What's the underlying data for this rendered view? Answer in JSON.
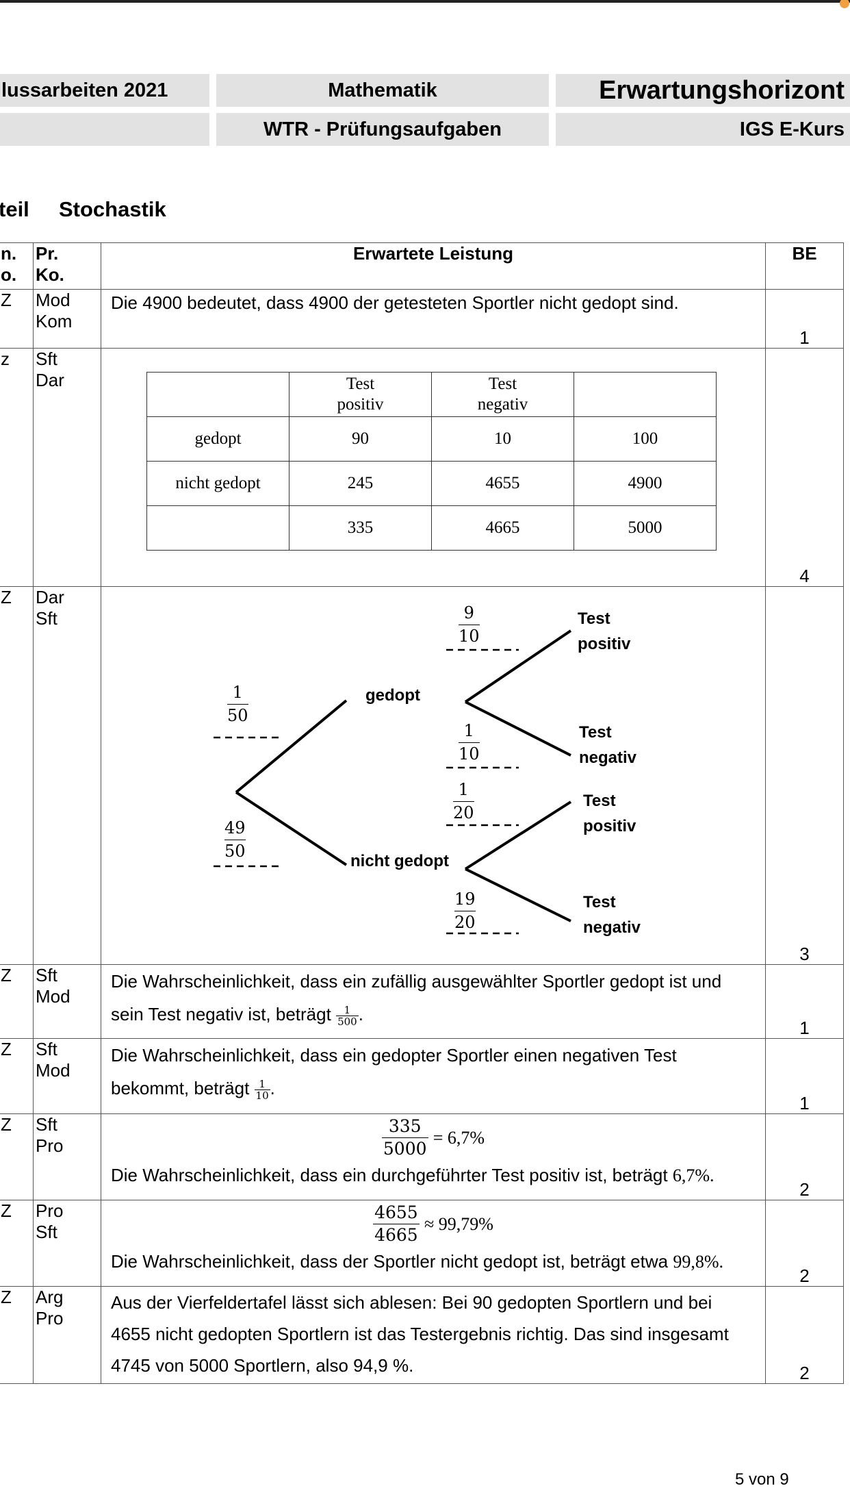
{
  "header": {
    "exam": "lussarbeiten 2021",
    "subject": "Mathematik",
    "doc_type": "Erwartungshorizont",
    "task_type": "WTR - Prüfungsaufgaben",
    "course": "IGS E-Kurs"
  },
  "section": {
    "prefix": "teil",
    "title": "Stochastik"
  },
  "table_header": {
    "col1": "n.\no.",
    "col2": "Pr.\nKo.",
    "col3": "Erwartete Leistung",
    "col4": "BE"
  },
  "rows": [
    {
      "id": "Z",
      "pk": "Mod\nKom",
      "text": "Die 4900 bedeutet, dass 4900 der getesteten Sportler nicht gedopt sind.",
      "be": "1"
    },
    {
      "id": "z",
      "pk": "Sft\nDar",
      "be": "4"
    },
    {
      "id": "Z",
      "pk": "Dar\nSft",
      "be": "3"
    },
    {
      "id": "Z",
      "pk": "Sft\nMod",
      "text_a": "Die Wahrscheinlichkeit, dass ein zufällig ausgewählter Sportler gedopt ist und",
      "text_b": "sein Test negativ ist, beträgt",
      "frac_n": "1",
      "frac_d": "500",
      "end": ".",
      "be": "1"
    },
    {
      "id": "Z",
      "pk": "Sft\nMod",
      "text_a": "Die Wahrscheinlichkeit, dass ein gedopter Sportler einen negativen Test",
      "text_b": "bekommt, beträgt",
      "frac_n": "1",
      "frac_d": "10",
      "end": ".",
      "be": "1"
    },
    {
      "id": "Z",
      "pk": "Sft\nPro",
      "frac_n": "335",
      "frac_d": "5000",
      "rel": "= 6,7%",
      "text": "Die Wahrscheinlichkeit, dass ein durchgeführter Test positiv ist, beträgt",
      "val": "6,7%.",
      "be": "2"
    },
    {
      "id": "Z",
      "pk": "Pro\nSft",
      "frac_n": "4655",
      "frac_d": "4665",
      "rel": "≈ 99,79%",
      "text": "Die Wahrscheinlichkeit, dass der Sportler nicht gedopt ist, beträgt etwa",
      "val": "99,8%.",
      "be": "2"
    },
    {
      "id": "Z",
      "pk": "Arg\nPro",
      "text_a": "Aus der Vierfeldertafel lässt sich ablesen: Bei 90 gedopten Sportlern und bei",
      "text_b": "4655 nicht gedopten Sportlern ist das Testergebnis richtig. Das sind insgesamt",
      "text_c": "4745 von 5000 Sportlern, also 94,9 %.",
      "be": "2"
    }
  ],
  "contingency_table": {
    "headers": [
      "",
      "Test\npositiv",
      "Test\nnegativ",
      ""
    ],
    "rows": [
      [
        "gedopt",
        "90",
        "10",
        "100"
      ],
      [
        "nicht gedopt",
        "245",
        "4655",
        "4900"
      ],
      [
        "",
        "335",
        "4665",
        "5000"
      ]
    ]
  },
  "tree": {
    "gedopt": "gedopt",
    "nicht_gedopt": "nicht gedopt",
    "test_pos": "Test\npositiv",
    "test_neg": "Test\nnegativ",
    "p_gedopt": {
      "n": "1",
      "d": "50"
    },
    "p_nicht": {
      "n": "49",
      "d": "50"
    },
    "p_g_pos": {
      "n": "9",
      "d": "10"
    },
    "p_g_neg": {
      "n": "1",
      "d": "10"
    },
    "p_n_pos": {
      "n": "1",
      "d": "20"
    },
    "p_n_neg": {
      "n": "19",
      "d": "20"
    }
  },
  "footer": {
    "page": "5 von 9"
  }
}
